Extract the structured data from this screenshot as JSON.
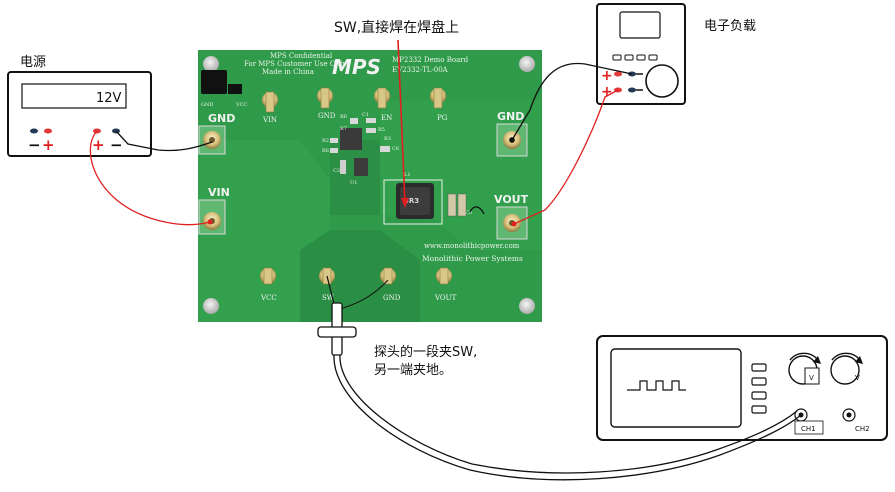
{
  "labels": {
    "sw_note": "SW,直接焊在焊盘上",
    "load_title": "电子负载",
    "supply_title": "电源",
    "supply_voltage": "12V",
    "probe_note_line1": "探头的一段夹SW,",
    "probe_note_line2": "另一端夹地。",
    "plus": "+",
    "minus": "−",
    "ch1": "CH1",
    "ch2": "CH2",
    "knob_v": "V"
  },
  "board": {
    "title_line1": "MPS Confidential",
    "title_line2": "For MPS Customer Use Only",
    "title_line3": "Made in China",
    "brand": "MPS",
    "demo_line1": "MP2332 Demo Board",
    "demo_line2": "EV2332-TL-00A",
    "website": "www.monolithicpower.com",
    "company": "Monolithic Power Systems",
    "pad_gnd_left": "GND",
    "pad_vin_left": "VIN",
    "pad_gnd_right": "GND",
    "pad_vout_right": "VOUT",
    "tp_vin": "VIN",
    "tp_gnd": "GND",
    "tp_en": "EN",
    "tp_pg": "PG",
    "tp_vcc": "VCC",
    "tp_sw": "SW",
    "tp_gnd2": "GND",
    "tp_vout": "VOUT",
    "jumper_gnd": "GND",
    "jumper_vcc": "VCC",
    "ref_r7": "R7",
    "ref_r6": "R6",
    "ref_c1": "C1",
    "ref_r5": "R5",
    "ref_r2": "R2",
    "ref_r3": "R3",
    "ref_c6": "C6",
    "ref_c2": "C2",
    "ref_r8": "R8",
    "ref_u1": "U1",
    "ref_l1": "L1",
    "ref_c3": "C3",
    "inductor_mark": "3R3"
  },
  "colors": {
    "pcb": "#2f9a49",
    "pcb_dark": "#237a39",
    "wire_red": "#e02020",
    "wire_black": "#111111",
    "led_red": "#e23a3a",
    "led_dark": "#223a55"
  }
}
